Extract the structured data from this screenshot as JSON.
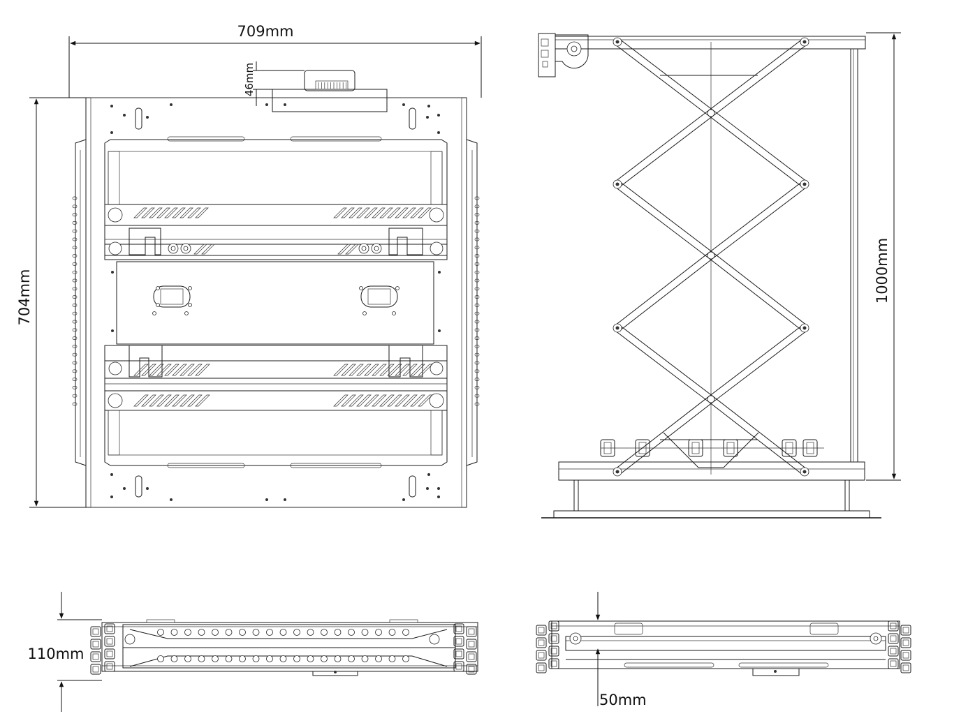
{
  "dimensions": {
    "width_label": "709mm",
    "depth_label": "704mm",
    "offset_label": "46mm",
    "height_label": "1000mm",
    "thickness_label": "110mm",
    "bottom_label": "50mm"
  },
  "colors": {
    "line": "#1a1a1a",
    "background": "#ffffff"
  }
}
